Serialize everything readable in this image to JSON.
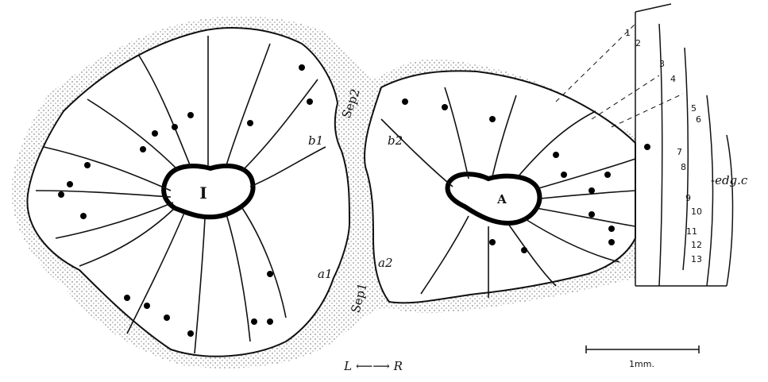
{
  "figure": {
    "zone_labels": {
      "sep2": "Sep2",
      "sep1": "Sep1",
      "b1": "b1",
      "b2": "b2",
      "a1": "a1",
      "a2": "a2",
      "edge": "-edg.c"
    },
    "centers": {
      "left": "I",
      "right": "A"
    },
    "numbers": [
      "1",
      "2",
      "3",
      "4",
      "5",
      "6",
      "7",
      "8",
      "9",
      "10",
      "11",
      "12",
      "13"
    ],
    "axis_label": "L ⟵⟶ R",
    "scale_bar_label": "1mm.",
    "colors": {
      "ink": "#111111",
      "stipple": "#555555",
      "background": "#ffffff"
    }
  }
}
